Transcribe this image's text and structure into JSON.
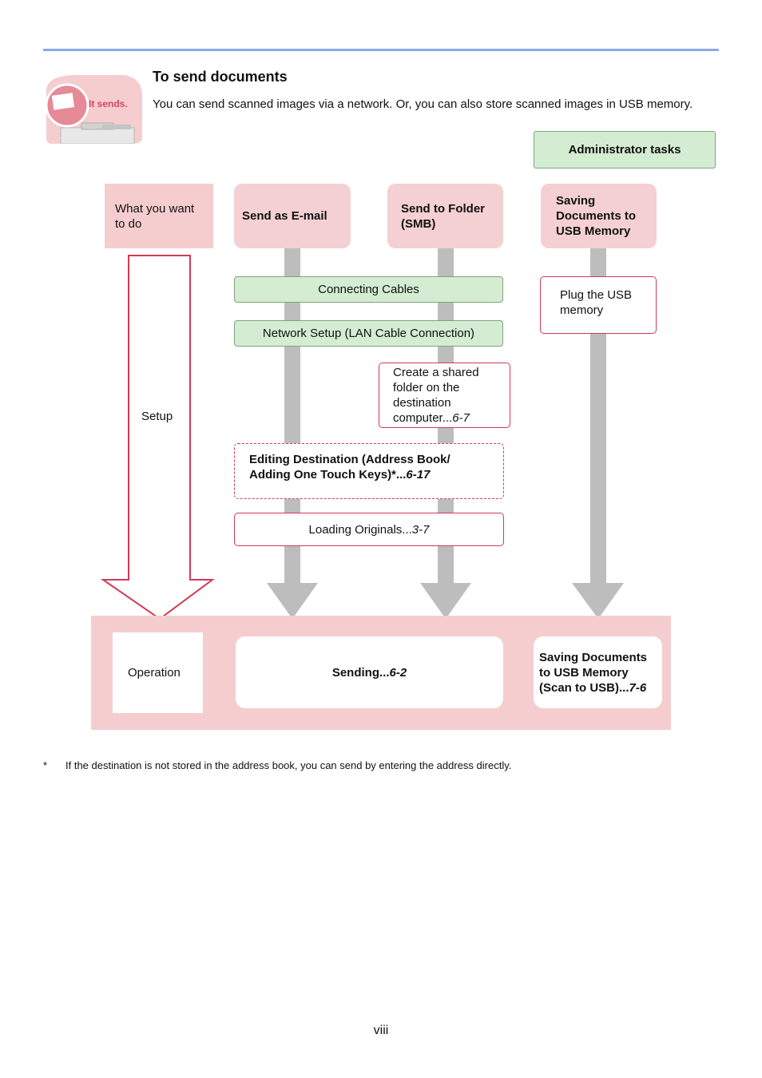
{
  "header": {
    "icon_text": "It sends.",
    "title": "To send documents",
    "intro": "You can send scanned images via a network. Or, you can also store scanned images in USB memory."
  },
  "admin_tasks_label": "Administrator tasks",
  "flow": {
    "what_you_want": "What you want to do",
    "setup_label": "Setup",
    "columns": {
      "email": "Send as E-mail",
      "folder": "Send to Folder (SMB)",
      "usb": "Saving Documents to USB Memory"
    },
    "steps": {
      "connecting_cables": "Connecting Cables",
      "network_setup": "Network Setup (LAN Cable Connection)",
      "plug_usb": "Plug the USB memory",
      "shared_folder_text": "Create a shared folder on the destination computer...",
      "shared_folder_ref": "6-7",
      "editing_dest_text": "Editing Destination (Address Book/ Adding One Touch Keys)*...",
      "editing_dest_ref": "6-17",
      "loading_originals_text": "Loading Originals...",
      "loading_originals_ref": "3-7"
    },
    "operation": {
      "label": "Operation",
      "sending_text": "Sending...",
      "sending_ref": "6-2",
      "scan_usb_text": "Saving Documents to USB Memory (Scan to USB)...",
      "scan_usb_ref": "7-6"
    }
  },
  "footnote": {
    "mark": "*",
    "text": "If the destination is not stored in the address book, you can send by entering the address directly."
  },
  "page_number": "viii",
  "colors": {
    "accent_line": "#8aa9e6",
    "pink": "#f5cdcf",
    "green": "#d4ecd2",
    "red_border": "#d13a55",
    "arrow_gray": "#bdbdbd"
  }
}
